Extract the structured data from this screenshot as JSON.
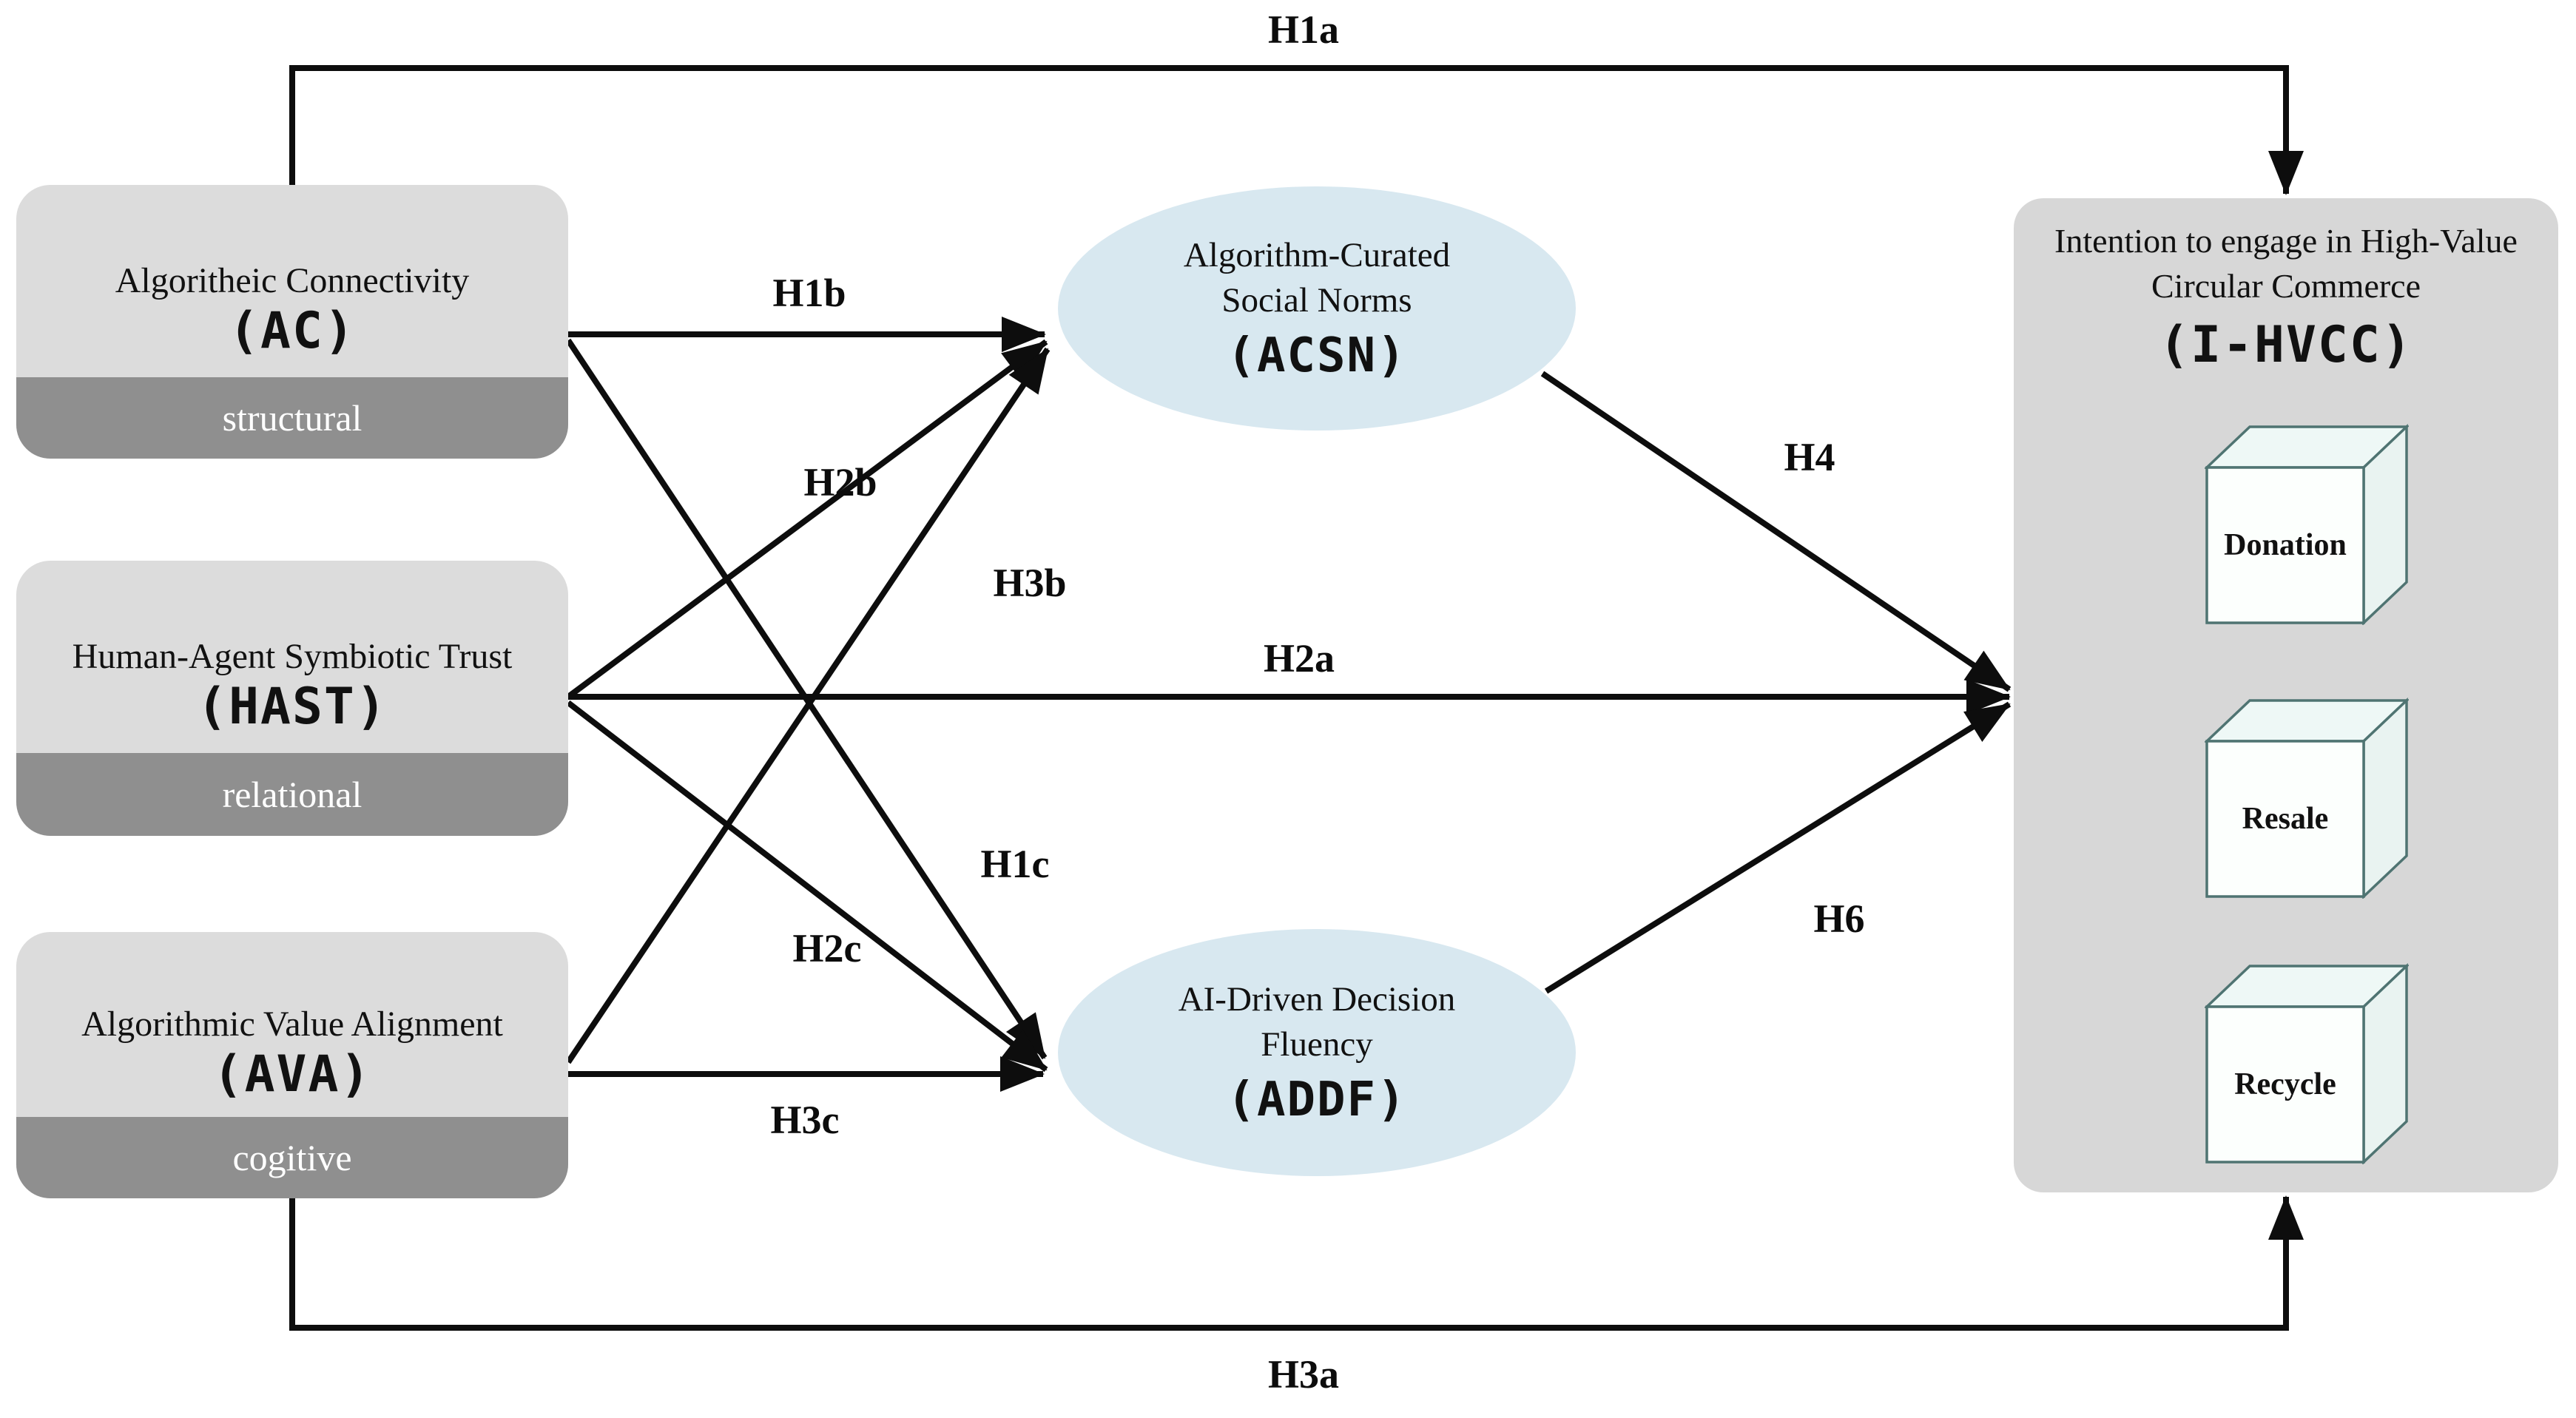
{
  "antecedents": [
    {
      "title": "Algoritheic Connectivity",
      "acronym": "(AC)",
      "dimension": "structural"
    },
    {
      "title": "Human-Agent Symbiotic Trust",
      "acronym": "(HAST)",
      "dimension": "relational"
    },
    {
      "title": "Algorithmic Value Alignment",
      "acronym": "(AVA)",
      "dimension": "cogitive"
    }
  ],
  "mediators": [
    {
      "line1": "Algorithm-Curated",
      "line2": "Social Norms",
      "acronym": "(ACSN)"
    },
    {
      "line1": "AI-Driven Decision",
      "line2": "Fluency",
      "acronym": "(ADDF)"
    }
  ],
  "outcome": {
    "line1": "Intention to engage in High-Value",
    "line2": "Circular Commerce",
    "acronym": "(I-HVCC)",
    "behaviors": [
      "Donation",
      "Resale",
      "Recycle"
    ]
  },
  "hypotheses": {
    "h1a": "H1a",
    "h1b": "H1b",
    "h1c": "H1c",
    "h2a": "H2a",
    "h2b": "H2b",
    "h2c": "H2c",
    "h3a": "H3a",
    "h3b": "H3b",
    "h3c": "H3c",
    "h4": "H4",
    "h6": "H6"
  },
  "colors": {
    "box_fill": "#dcdcdc",
    "box_strip": "#8f8f8f",
    "strip_text": "#ffffff",
    "ellipse_fill": "#d8e8f0",
    "outcome_fill": "#d7d7d7",
    "cube_stroke": "#4f7472",
    "cube_face": "#fcfffd",
    "cube_face_top": "#eef8f6",
    "cube_face_side": "#e9f3f1",
    "arrow": "#0d0d0d",
    "text": "#111111"
  }
}
